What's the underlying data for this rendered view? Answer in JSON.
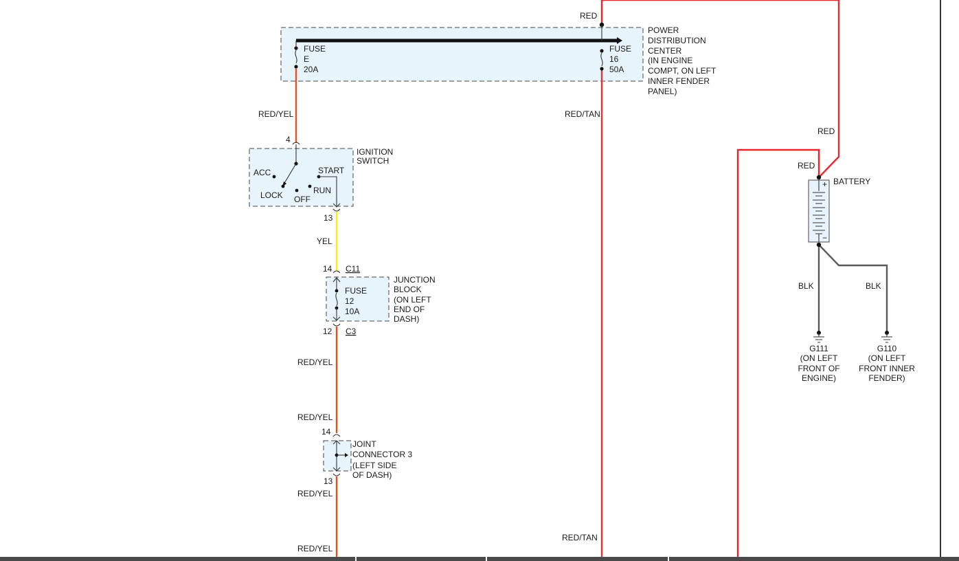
{
  "colors": {
    "red": "#e8262d",
    "red_yel": "#e6501f",
    "yel": "#f2f21a",
    "red_tan": "#d83a3a",
    "blk": "#5a5a5a"
  },
  "pdc": {
    "fuse_e": [
      "FUSE",
      "E",
      "20A"
    ],
    "fuse_16": [
      "FUSE",
      "16",
      "50A"
    ],
    "label": [
      "POWER",
      "DISTRIBUTION",
      "CENTER",
      "(IN ENGINE",
      "COMPT, ON LEFT",
      "INNER FENDER",
      "PANEL)"
    ]
  },
  "ignition": {
    "label": [
      "IGNITION",
      "SWITCH"
    ],
    "pin_in": "4",
    "pin_out": "13",
    "acc": "ACC",
    "lock": "LOCK",
    "off": "OFF",
    "run": "RUN",
    "start": "START"
  },
  "junction": {
    "label": [
      "JUNCTION",
      "BLOCK",
      "(ON LEFT",
      "END OF",
      "DASH)"
    ],
    "fuse": [
      "FUSE",
      "12",
      "10A"
    ],
    "pin_top": "14",
    "conn_top": "C11",
    "pin_bottom": "12",
    "conn_bottom": "C3"
  },
  "joint": {
    "label": [
      "JOINT",
      "CONNECTOR 3",
      "(LEFT SIDE",
      "OF DASH)"
    ],
    "pin_top": "14",
    "pin_bottom": "13"
  },
  "battery": {
    "label": "BATTERY",
    "plus": "+",
    "minus": "−"
  },
  "grounds": {
    "g111": [
      "G111",
      "(ON LEFT",
      "FRONT OF",
      "ENGINE)"
    ],
    "g110": [
      "G110",
      "(ON LEFT",
      "FRONT INNER",
      "FENDER)"
    ]
  },
  "wires": {
    "red_top": "RED",
    "red_yel_1": "RED/YEL",
    "red_tan_1": "RED/TAN",
    "yel": "YEL",
    "red_yel_2": "RED/YEL",
    "red_yel_3": "RED/YEL",
    "red_yel_4": "RED/YEL",
    "red_yel_5": "RED/YEL",
    "red_tan_2": "RED/TAN",
    "red_right": "RED",
    "red_batt": "RED",
    "blk_1": "BLK",
    "blk_2": "BLK"
  }
}
